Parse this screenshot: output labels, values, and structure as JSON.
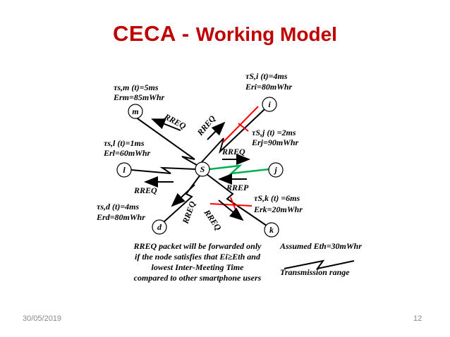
{
  "slide": {
    "title_main": "CECA - ",
    "title_sub": "Working Model",
    "date": "30/05/2019",
    "page_number": "12"
  },
  "nodes": {
    "s": "S",
    "m": "m",
    "i": "i",
    "l": "l",
    "j": "j",
    "d": "d",
    "k": "k"
  },
  "annotations": {
    "m_tau": "τs,m (t)=5ms",
    "m_e": "Erm=85mWhr",
    "i_tau": "τS,i (t)=4ms",
    "i_e": "Eri=80mWhr",
    "l_tau": "τs,l (t)=1ms",
    "l_e": "Erl=60mWhr",
    "j_tau": "τS,j (t) =2ms",
    "j_e": "Erj=90mWhr",
    "d_tau": "τs,d (t)=4ms",
    "d_e": "Erd=80mWhr",
    "k_tau": "τS,k (t) =6ms",
    "k_e": "Erk=20mWhr"
  },
  "messages": {
    "rreq_m": "RREQ",
    "rreq_i": "RREQ",
    "rreq_j": "RREQ",
    "rreq_l": "RREQ",
    "rrep_j": "RREP",
    "rreq_d": "RREQ",
    "rreq_k": "RREQ"
  },
  "notes": {
    "line1": "RREQ packet will be forwarded only",
    "line2": "if the node satisfies that Ei≥Eth and",
    "line3": "lowest Inter-Meeting Time",
    "line4": "compared to other smartphone users",
    "assumed": "Assumed Eth=30mWhr",
    "legend": "Transmission range"
  },
  "colors": {
    "title": "#c00000",
    "accept_link": "#00b050",
    "reject_mark": "#ff0000"
  }
}
